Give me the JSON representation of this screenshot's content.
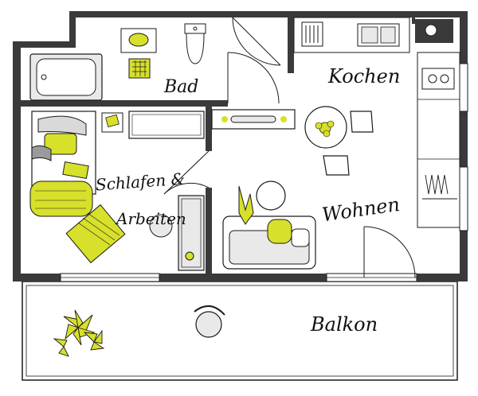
{
  "floorplan": {
    "rooms": {
      "bad": "Bad",
      "kochen": "Kochen",
      "schlafen": "Schlafen &",
      "arbeiten": "Arbeiten",
      "wohnen": "Wohnen",
      "balkon": "Balkon"
    },
    "colors": {
      "wall": "#3a3a3a",
      "accent": "#d7e02a",
      "line": "#1a1a1a",
      "fill_grey": "#e9e9e9"
    }
  }
}
